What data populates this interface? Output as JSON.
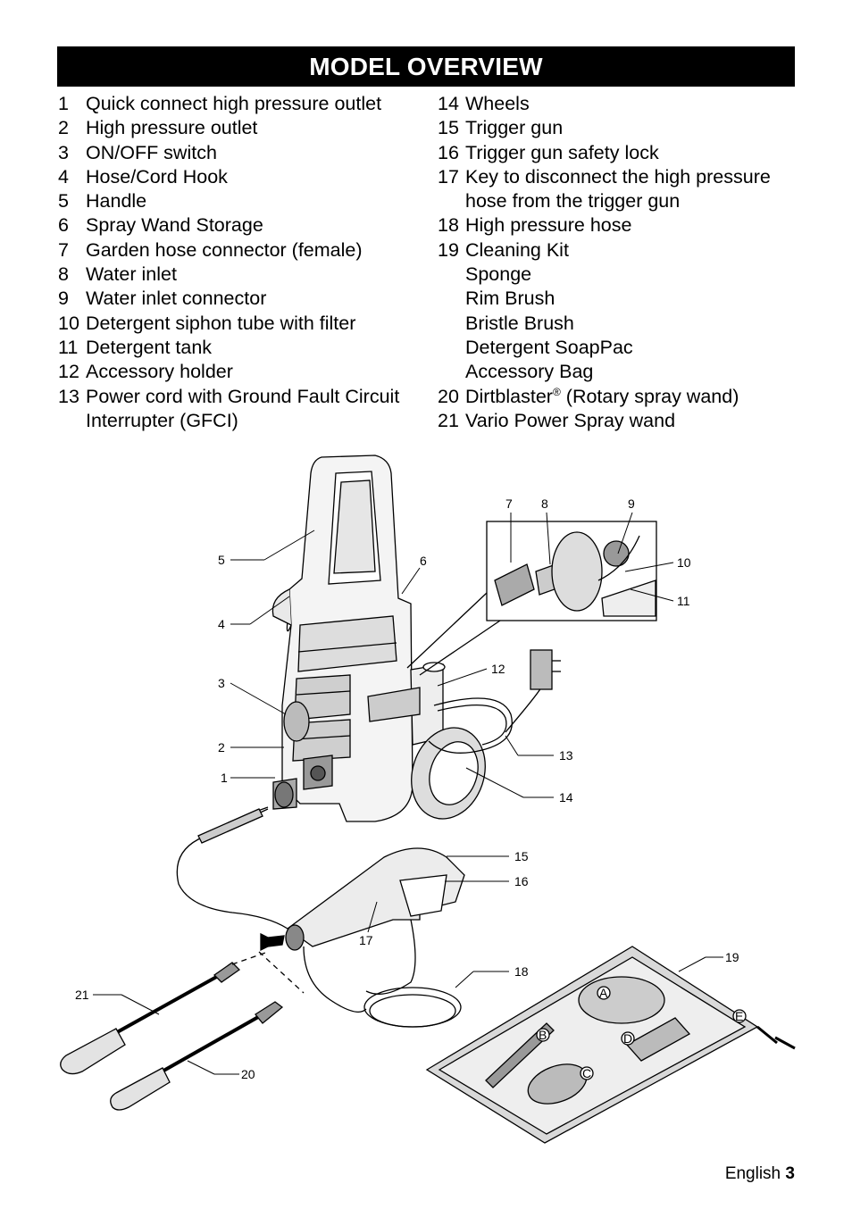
{
  "header": {
    "title": "MODEL OVERVIEW"
  },
  "parts_left": [
    {
      "num": "1",
      "label": "Quick connect high pressure outlet"
    },
    {
      "num": "2",
      "label": "High pressure outlet"
    },
    {
      "num": "3",
      "label": "ON/OFF switch"
    },
    {
      "num": "4",
      "label": "Hose/Cord Hook"
    },
    {
      "num": "5",
      "label": "Handle"
    },
    {
      "num": "6",
      "label": "Spray Wand Storage"
    },
    {
      "num": "7",
      "label": "Garden hose connector (female)"
    },
    {
      "num": "8",
      "label": "Water inlet"
    },
    {
      "num": "9",
      "label": "Water inlet connector"
    },
    {
      "num": "10",
      "label": "Detergent siphon tube with filter"
    },
    {
      "num": "11",
      "label": "Detergent tank"
    },
    {
      "num": "12",
      "label": "Accessory holder"
    },
    {
      "num": "13",
      "label": "Power cord with Ground Fault Circuit",
      "continuation": "Interrupter (GFCI)"
    }
  ],
  "parts_right": [
    {
      "num": "14",
      "label": "Wheels"
    },
    {
      "num": "15",
      "label": "Trigger gun"
    },
    {
      "num": "16",
      "label": "Trigger gun safety lock"
    },
    {
      "num": "17",
      "label": "Key to disconnect the high pressure",
      "continuation": "hose from the trigger gun"
    },
    {
      "num": "18",
      "label": "High pressure hose"
    },
    {
      "num": "19",
      "label": "Cleaning Kit"
    }
  ],
  "cleaning_kit": [
    "Sponge",
    "Rim Brush",
    "Bristle Brush",
    "Detergent SoapPac",
    "Accessory Bag"
  ],
  "part20": {
    "num": "20",
    "label_pre": "Dirtblaster",
    "sup": "®",
    "label_post": " (Rotary spray wand)"
  },
  "part21": {
    "num": "21",
    "label": "Vario Power Spray wand"
  },
  "diagram": {
    "callouts": [
      "1",
      "2",
      "3",
      "4",
      "5",
      "6",
      "7",
      "8",
      "9",
      "10",
      "11",
      "12",
      "13",
      "14",
      "15",
      "16",
      "17",
      "18",
      "19",
      "20",
      "21"
    ],
    "kit_letters": [
      "A",
      "B",
      "C",
      "D",
      "E"
    ]
  },
  "footer": {
    "language": "English",
    "page": "3"
  }
}
